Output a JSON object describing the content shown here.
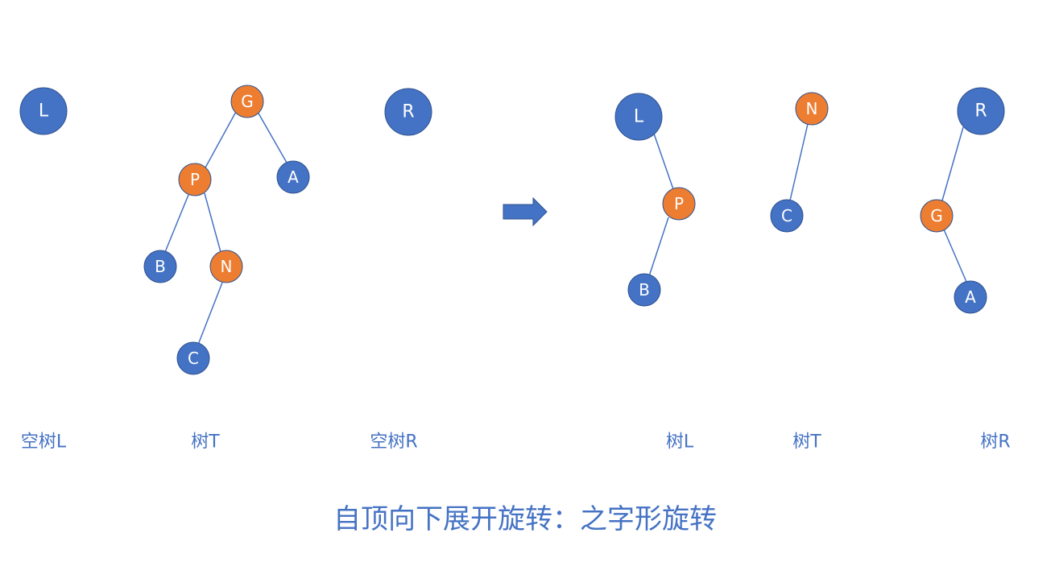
{
  "title": "自顶向下展开旋转：之字形旋转",
  "colors": {
    "blue_node": "#4472c4",
    "orange_node": "#ed7d31",
    "edge": "#4472c4",
    "text": "#4472c4"
  },
  "before": {
    "left_tree": {
      "caption": "空树L",
      "nodes": [
        {
          "id": "L",
          "label": "L",
          "color": "blue"
        }
      ]
    },
    "middle_tree": {
      "caption": "树T",
      "nodes": [
        {
          "id": "G",
          "label": "G",
          "color": "orange"
        },
        {
          "id": "P",
          "label": "P",
          "color": "orange"
        },
        {
          "id": "A",
          "label": "A",
          "color": "blue"
        },
        {
          "id": "B",
          "label": "B",
          "color": "blue"
        },
        {
          "id": "N",
          "label": "N",
          "color": "orange"
        },
        {
          "id": "C",
          "label": "C",
          "color": "blue"
        }
      ],
      "edges": [
        [
          "G",
          "P"
        ],
        [
          "G",
          "A"
        ],
        [
          "P",
          "B"
        ],
        [
          "P",
          "N"
        ],
        [
          "N",
          "C"
        ]
      ]
    },
    "right_tree": {
      "caption": "空树R",
      "nodes": [
        {
          "id": "R",
          "label": "R",
          "color": "blue"
        }
      ]
    }
  },
  "after": {
    "left_tree": {
      "caption": "树L",
      "nodes": [
        {
          "id": "L",
          "label": "L",
          "color": "blue"
        },
        {
          "id": "P",
          "label": "P",
          "color": "orange"
        },
        {
          "id": "B",
          "label": "B",
          "color": "blue"
        }
      ],
      "edges": [
        [
          "L",
          "P"
        ],
        [
          "P",
          "B"
        ]
      ]
    },
    "middle_tree": {
      "caption": "树T",
      "nodes": [
        {
          "id": "N",
          "label": "N",
          "color": "orange"
        },
        {
          "id": "C",
          "label": "C",
          "color": "blue"
        }
      ],
      "edges": [
        [
          "N",
          "C"
        ]
      ]
    },
    "right_tree": {
      "caption": "树R",
      "nodes": [
        {
          "id": "R",
          "label": "R",
          "color": "blue"
        },
        {
          "id": "G",
          "label": "G",
          "color": "orange"
        },
        {
          "id": "A",
          "label": "A",
          "color": "blue"
        }
      ],
      "edges": [
        [
          "R",
          "G"
        ],
        [
          "G",
          "A"
        ]
      ]
    }
  }
}
